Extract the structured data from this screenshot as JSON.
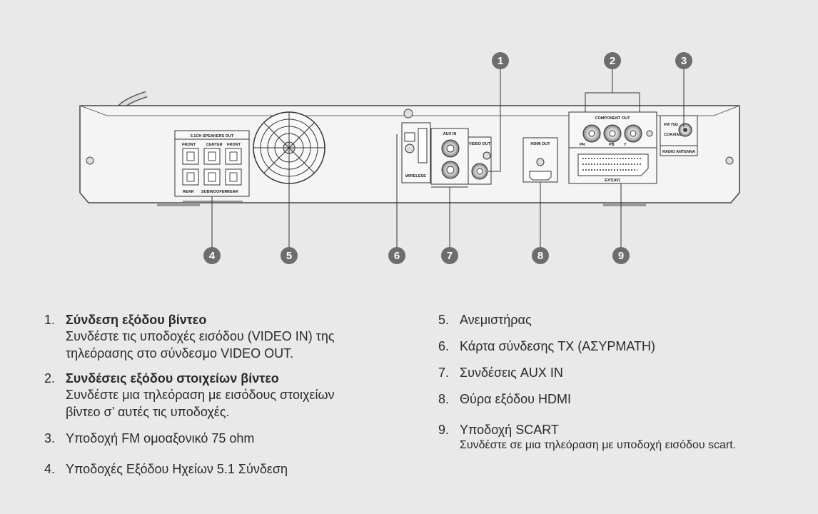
{
  "panel": {
    "speakers_out_title": "5.1CH SPEAKERS OUT",
    "front_left": "FRONT",
    "center": "CENTER",
    "front_right": "FRONT",
    "rear_left": "REAR",
    "subwoofer": "SUBWOOFER",
    "rear_right": "REAR",
    "aux_in": "AUX IN",
    "video_out": "VIDEO OUT",
    "wireless": "WIRELESS",
    "hdmi_out": "HDMI OUT",
    "component_out": "COMPONENT OUT",
    "pr": "PR",
    "pb": "PB",
    "y": "Y",
    "ext": "EXT(AV)",
    "fm": "FM 75Ω",
    "coaxial": "COAXIAL",
    "radio_antenna": "RADIO ANTENNA"
  },
  "callouts": [
    "1",
    "2",
    "3",
    "4",
    "5",
    "6",
    "7",
    "8",
    "9"
  ],
  "legend_left": [
    {
      "num": "1.",
      "title": "Σύνδεση εξόδου βίντεο",
      "desc1": "Συνδέστε τις υποδοχές εισόδου (VIDEO IN) της",
      "desc2": "τηλεόρασης στο σύνδεσμο VIDEO OUT."
    },
    {
      "num": "2.",
      "title": "Συνδέσεις εξόδου στοιχείων βίντεο",
      "desc1": "Συνδέστε μια τηλεόραση με εισόδους στοιχείων",
      "desc2": "βίντεο σ’ αυτές τις υποδοχές."
    },
    {
      "num": "3.",
      "text": "Υποδοχή FM ομοαξονικό 75 ohm"
    },
    {
      "num": "4.",
      "text": "Υποδοχές Εξόδου Ηχείων 5.1 Σύνδεση"
    }
  ],
  "legend_right": [
    {
      "num": "5.",
      "text": "Ανεμιστήρας"
    },
    {
      "num": "6.",
      "text": "Κάρτα σύνδεσης TX (ΑΣΥΡΜΑΤΗ)"
    },
    {
      "num": "7.",
      "text": "Συνδέσεις AUX IN"
    },
    {
      "num": "8.",
      "text": "Θύρα εξόδου HDMI"
    },
    {
      "num": "9.",
      "text": "Υποδοχή SCART",
      "desc": "Συνδέστε σε μια τηλεόραση με υποδοχή εισόδου scart."
    }
  ]
}
